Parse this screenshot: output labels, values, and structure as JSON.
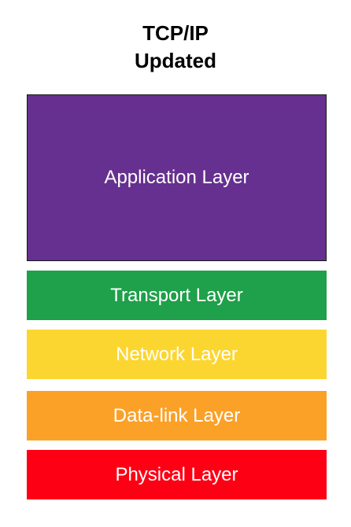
{
  "title": {
    "line1": "TCP/IP",
    "line2": "Updated"
  },
  "layers": [
    {
      "label": "Application Layer",
      "color": "#65308f"
    },
    {
      "label": "Transport Layer",
      "color": "#1fa04a"
    },
    {
      "label": "Network Layer",
      "color": "#fcd630"
    },
    {
      "label": "Data-link Layer",
      "color": "#fba128"
    },
    {
      "label": "Physical Layer",
      "color": "#fe0014"
    }
  ]
}
